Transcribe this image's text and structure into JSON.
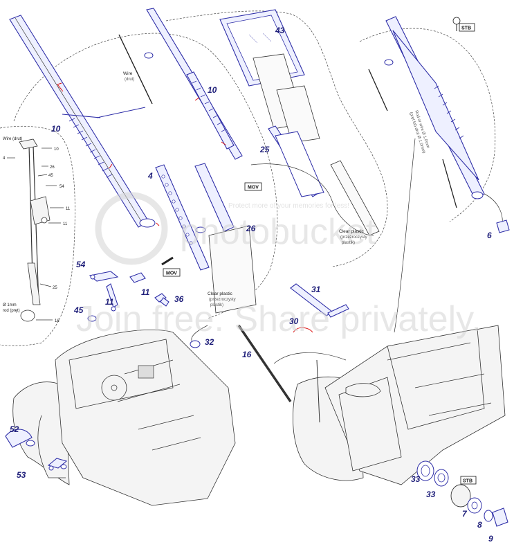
{
  "part_numbers": {
    "p43": "43",
    "p10a": "10",
    "p10b": "10",
    "p25": "25",
    "p4": "4",
    "p26": "26",
    "p6": "6",
    "p54": "54",
    "p11a": "11",
    "p11b": "11",
    "p36": "36",
    "p31": "31",
    "p30": "30",
    "p45": "45",
    "p32": "32",
    "p16": "16",
    "p52": "52",
    "p53": "53",
    "p33a": "33",
    "p33b": "33",
    "p7": "7",
    "p8": "8",
    "p9": "9"
  },
  "labels": {
    "wire_en": "Wire",
    "wire_pl": "(drut)",
    "clear_plastic_1_en": "Clear plastic",
    "clear_plastic_1_pl1": "(przezroczysty",
    "clear_plastic_1_pl2": "plastik)",
    "clear_plastic_2_en": "Clear plastic",
    "clear_plastic_2_pl1": "(przezroczysty",
    "clear_plastic_2_pl2": "plastik)",
    "rod_note": "Rod or wire Ø 1,0mm",
    "rod_note_pl": "(pręt lub drut Ø 1,0mm)",
    "mov_1": "MOV",
    "mov_2": "MOV",
    "stb_1": "STB",
    "stb_2": "STB"
  },
  "inset": {
    "wire": "Wire (drut)",
    "n10": "10",
    "n4": "4",
    "n26": "26",
    "n45": "45",
    "n54": "54",
    "n11a": "11",
    "n11b": "11",
    "n25": "25",
    "rod1": "Ø 1mm",
    "rod2": "rod (pręt)",
    "n16": "16"
  },
  "watermark": {
    "line1": "Protect more of your memories for less!",
    "brand": "photobucket",
    "line2": "Join free. Share privately."
  }
}
